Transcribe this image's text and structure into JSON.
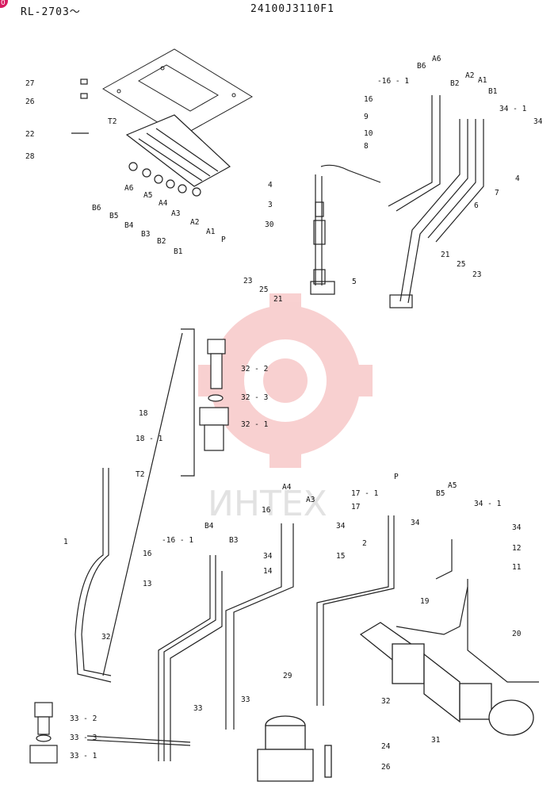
{
  "header": {
    "left_code": "RL-2703〜",
    "right_code": "24100J3110F1",
    "corner_badge": "0"
  },
  "watermark": {
    "text": "ИНТЕХ",
    "color": "#e85a5a"
  },
  "callouts": {
    "top_left": [
      "27",
      "26",
      "22",
      "28",
      "T2",
      "A6",
      "A5",
      "A4",
      "A3",
      "A2",
      "A1",
      "B6",
      "B5",
      "B4",
      "B3",
      "B2",
      "B1",
      "P"
    ],
    "top_right": [
      "B6",
      "A6",
      "-16 - 1",
      "B2",
      "A2",
      "A1",
      "B1",
      "16",
      "34 - 1",
      "9",
      "34",
      "10",
      "8",
      "4",
      "7",
      "6",
      "4",
      "3",
      "30",
      "21",
      "25",
      "23",
      "5",
      "23",
      "25",
      "21"
    ],
    "detail_32": [
      "32 - 2",
      "32 - 3",
      "32 - 1"
    ],
    "left_middle": [
      "18",
      "18 - 1",
      "T2",
      "1",
      "32"
    ],
    "center": [
      "A4",
      "16",
      "A3",
      "34",
      "B4",
      "-16 - 1",
      "B3",
      "16",
      "34",
      "14",
      "15",
      "13",
      "17 - 1",
      "P",
      "17",
      "2"
    ],
    "right": [
      "A5",
      "B5",
      "34 - 1",
      "34",
      "34",
      "12",
      "11",
      "19",
      "20",
      "31"
    ],
    "bottom": [
      "33 - 2",
      "33 - 3",
      "33 - 1",
      "33",
      "33",
      "29",
      "32",
      "24",
      "26"
    ]
  }
}
